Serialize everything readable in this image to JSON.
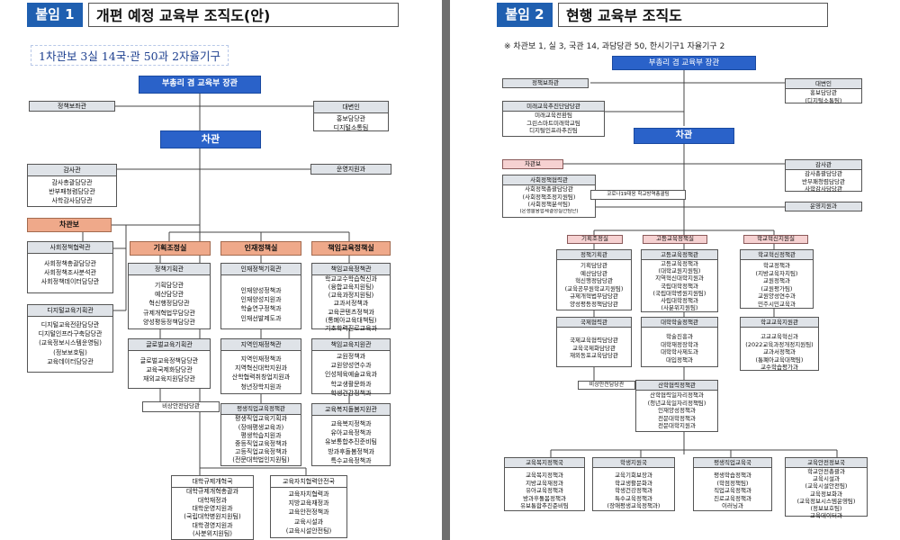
{
  "left": {
    "badge": "붙임 1",
    "title": "개편 예정 교육부 조직도(안)",
    "summary": "1차관보 3실 14국·관 50과 2자율기구",
    "minister": "부총리 겸 교육부 장관",
    "policy_aide": "정책보좌관",
    "spokesperson": {
      "title": "대변인",
      "items": [
        "홍보담당관",
        "디지털소통팀"
      ]
    },
    "vice_minister": "차관",
    "operations_center": "운영지원과",
    "audit": {
      "title": "감사관",
      "items": [
        "감사총괄담당관",
        "반부패청렴담당관",
        "사학감사담당관"
      ]
    },
    "assistant_minister": "차관보",
    "social_policy": {
      "title": "사회정책협력관",
      "items": [
        "사회정책총괄담당관",
        "사회정책조사분석관",
        "사회정책데이터담당관"
      ]
    },
    "digital": {
      "title": "디지털교육기획관",
      "items": [
        "디지털교육전환담당관",
        "디지털인프라구축담당관",
        "(교육정보시스템운영팀)",
        "(정보보호팀)",
        "교육데이터담당관"
      ]
    },
    "planning_office": {
      "title": "기획조정실",
      "units": [
        {
          "title": "정책기획관",
          "items": [
            "기획담당관",
            "예산담당관",
            "혁신행정담당관",
            "규제개혁법무담당관",
            "양성평등정책담당관"
          ]
        },
        {
          "title": "글로벌교육기획관",
          "items": [
            "글로벌교육정책담당관",
            "교육국제화담당관",
            "재외교육지원담당관"
          ]
        }
      ],
      "emergency": "비상안전담당관"
    },
    "talent_office": {
      "title": "인재정책실",
      "units": [
        {
          "title": "인재정책기획관",
          "items": [
            "인재양성정책과",
            "인재양성지원과",
            "학술연구정책과",
            "인재선발제도과"
          ]
        },
        {
          "title": "지역인재정책관",
          "items": [
            "지역인재정책과",
            "지역혁신대학지원과",
            "산학협력취창업지원과",
            "청년장학지원과"
          ]
        },
        {
          "title": "평생직업교육정책관",
          "items": [
            "평생직업교육기획과",
            "(장애평생교육과)",
            "평생학습지원과",
            "중등직업교육정책과",
            "고등직업교육정책과",
            "(전문대학법인지원팀)"
          ]
        }
      ]
    },
    "responsible_office": {
      "title": "책임교육정책실",
      "units": [
        {
          "title": "책임교육정책관",
          "items": [
            "학교교수학습혁신과",
            "(융합교육지원팀)",
            "(교육과정지원팀)",
            "교과서정책과",
            "교육콘텐츠정책과",
            "(통폐아교육대책팀)",
            "기초학력진로교육과"
          ]
        },
        {
          "title": "책임교육지원관",
          "items": [
            "교원정책과",
            "교원양성연수과",
            "인성체육예술교육과",
            "학교생활문화과",
            "학생건강정책과"
          ]
        },
        {
          "title": "교육복지돌봄지원관",
          "items": [
            "교육복지정책과",
            "유아교육정책과",
            "유보통합추진준비팀",
            "방과후돌봄정책과",
            "특수교육정책과"
          ]
        }
      ]
    },
    "university_regulation": {
      "title": "대학규제개혁국",
      "items": [
        "대학규제개혁총괄과",
        "대학재정과",
        "대학운영지원과",
        "(국립대학병원지원팀)",
        "대학경영지원과",
        "(사분위지원팀)"
      ]
    },
    "local_autonomy": {
      "title": "교육자치협력안전국",
      "items": [
        "교육자치협력과",
        "지방교육재정과",
        "교육안전정책과",
        "교육시설과",
        "(교육시설안전팀)"
      ]
    }
  },
  "right": {
    "badge": "붙임 2",
    "title": "현행 교육부 조직도",
    "note": "※ 차관보 1, 실 3, 국관 14, 과담당관 50, 한시기구1 자율기구 2",
    "minister": "부총리 겸 교육부 장관",
    "policy_aide": "정책보좌관",
    "spokesperson": {
      "title": "대변인",
      "items": [
        "홍보담당관",
        "(디지털소통팀)"
      ]
    },
    "future_edu": {
      "title": "미래교육추진단담당관",
      "items": [
        "미래교육전환팀",
        "그린스마트미래학교팀",
        "디지털인프라추진팀"
      ]
    },
    "vice_minister": "차관",
    "assistant_minister": "차관보",
    "audit": {
      "title": "감사관",
      "items": [
        "감사총괄담당관",
        "반부패청렴담당관",
        "사학감사담당관"
      ]
    },
    "social_policy": {
      "title": "사회정책협력관",
      "items": [
        "사회정책총괄담당관",
        "(사회정책조정지원팀)",
        "(사회정책분석팀)",
        "(온생물융합제결정실천팀단)"
      ]
    },
    "corona_team": "코로나19대응 학교방역총괄팀",
    "operations_center": "운영지원과",
    "planning_office": {
      "title": "기획조정실",
      "units": [
        {
          "title": "정책기획관",
          "items": [
            "기획담당관",
            "예산담당관",
            "혁신행정담당관",
            "(교육공무원학교지원팀)",
            "규제개혁법무담당관",
            "양성평등정책담당관"
          ]
        },
        {
          "title": "국제협력관",
          "items": [
            "국제교육협력담당관",
            "교육국제화담당관",
            "재외동포교육담당관"
          ]
        }
      ],
      "emergency": "비상안전담당관"
    },
    "higher_edu_office": {
      "title": "고등교육정책실",
      "units": [
        {
          "title": "고등교육정책관",
          "items": [
            "고등교육정책과",
            "(대학교원지원팀)",
            "지역혁신대학지원과",
            "국립대학정책과",
            "(국립대학병원지원팀)",
            "사립대학정책과",
            "(사분위지원팀)"
          ]
        },
        {
          "title": "대학학술정책관",
          "items": [
            "학술진흥과",
            "대학재정장학과",
            "대학학사제도과",
            "대입정책과"
          ]
        },
        {
          "title": "산학협력정책관",
          "items": [
            "산학협력일자리정책과",
            "(청년교육일자리정책팀)",
            "인재양성정책과",
            "전문대학정책과",
            "전문대학지원과"
          ]
        }
      ]
    },
    "school_innovation_office": {
      "title": "학교혁신지원실",
      "units": [
        {
          "title": "학교혁신정책관",
          "items": [
            "학교정책과",
            "(지방교육자치팀)",
            "교원정책과",
            "(교원평가팀)",
            "교원양성연수과",
            "민주시민교육과"
          ]
        },
        {
          "title": "학교교육지원관",
          "items": [
            "고교교육혁신과",
            "(2022교육과정개정지원팀)",
            "교과서정책과",
            "(통폐아교육대책팀)",
            "교수학습평가과"
          ]
        }
      ]
    },
    "bureaus": [
      {
        "title": "교육복지정책국",
        "items": [
          "교육복지정책과",
          "지방교육재정과",
          "유아교육정책과",
          "방과후돌봄정책과",
          "유보통합추진준비팀"
        ]
      },
      {
        "title": "학생지원국",
        "items": [
          "교육기회보장과",
          "학교생활문화과",
          "학생건강정책과",
          "특수교육정책과",
          "(장애평생교육정책과)"
        ]
      },
      {
        "title": "평생직업교육국",
        "items": [
          "평생학습정책과",
          "(학점정책팀)",
          "직업교육정책과",
          "진로교육정책과",
          "이러닝과"
        ]
      },
      {
        "title": "교육안전정보국",
        "items": [
          "학교안전총괄과",
          "교육시설과",
          "(교육시설안전팀)",
          "교육정보화과",
          "(교육정보시스템운영팀)",
          "(정보보호팀)",
          "교육데이터과"
        ]
      }
    ]
  },
  "colors": {
    "blue": "#2a62c9",
    "badge": "#1f5fb0",
    "peach": "#efa98a",
    "gray": "#dfe3e8",
    "pink": "#f6d1d1"
  }
}
